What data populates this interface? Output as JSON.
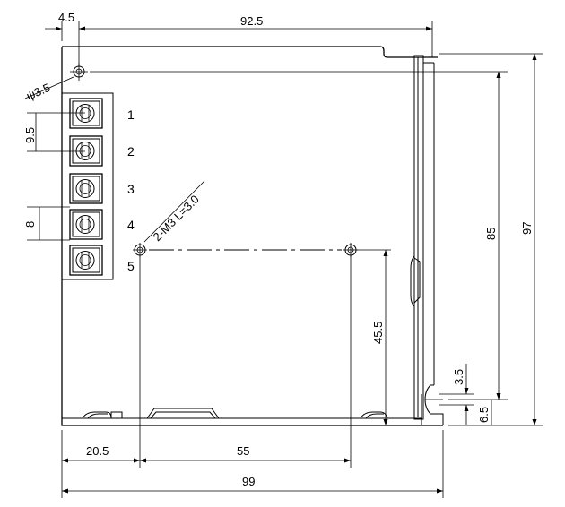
{
  "dimensions": {
    "hole_offset_top": "4.5",
    "hole_to_edge": "92.5",
    "hole_diameter": "ψ3.5",
    "terminal_pitch": "9.5",
    "terminal_height": "8",
    "mount_screw": "2-M3 L=3.0",
    "height_inner": "85",
    "height_total": "97",
    "mount_height": "45.5",
    "small_a": "3.5",
    "small_b": "6.5",
    "offset_left": "20.5",
    "mount_spacing": "55",
    "width_total": "99"
  },
  "terminals": [
    "1",
    "2",
    "3",
    "4",
    "5"
  ]
}
